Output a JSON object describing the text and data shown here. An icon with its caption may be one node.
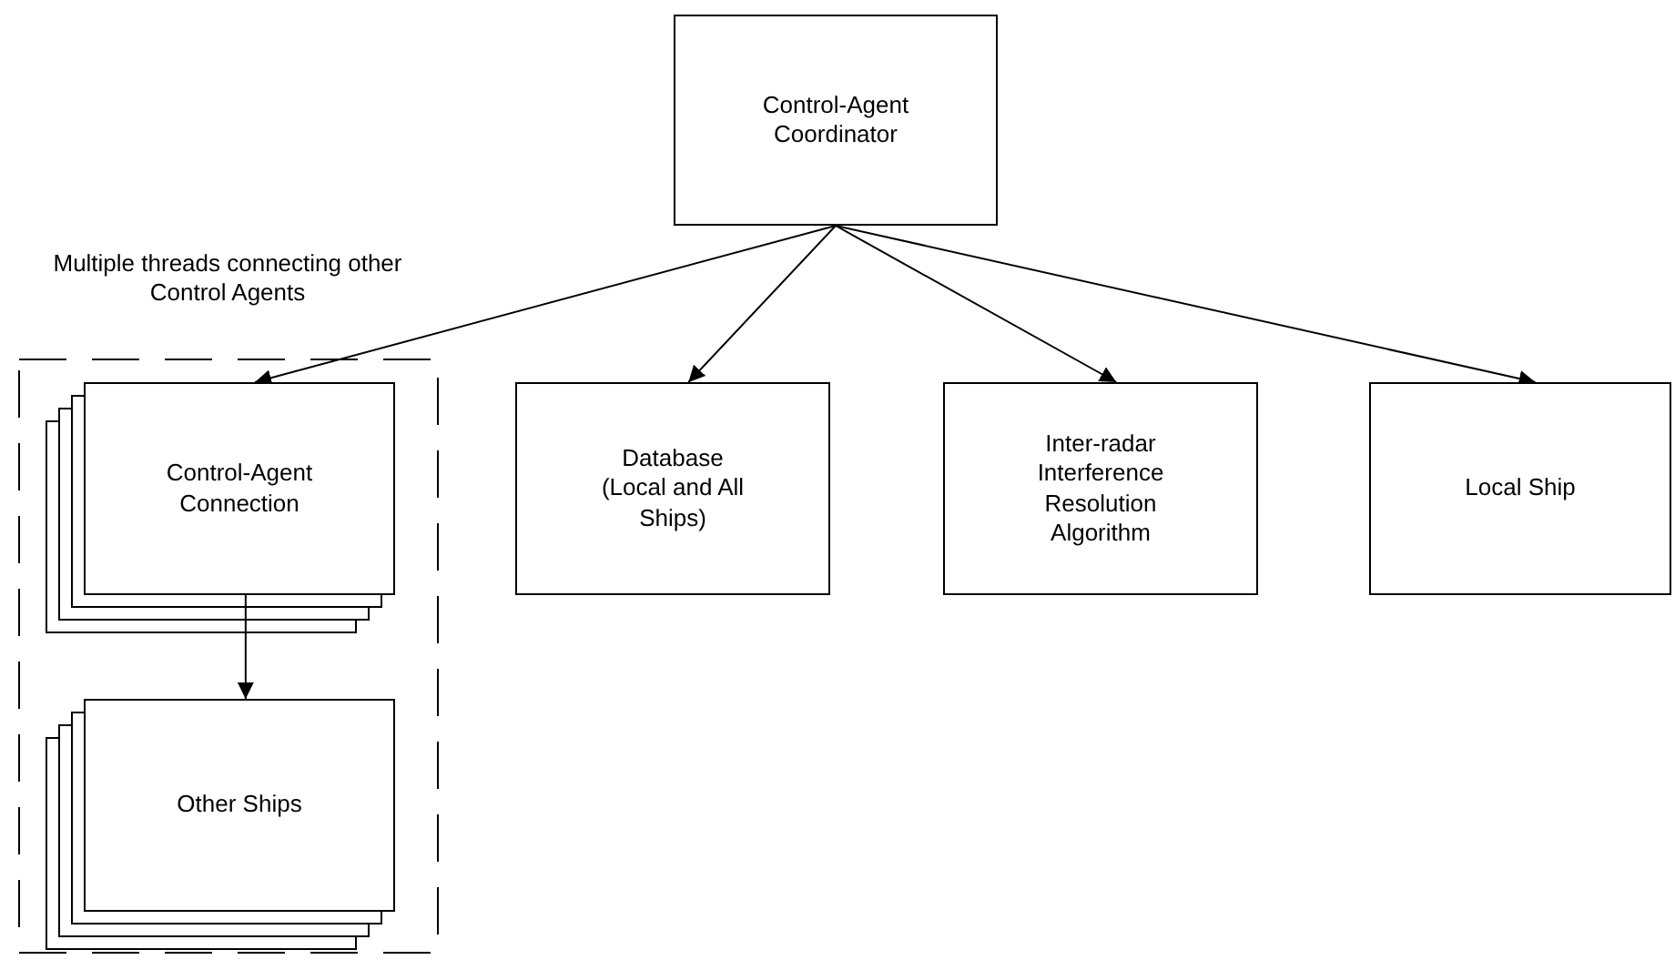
{
  "diagram": {
    "nodes": [
      {
        "text": [
          "Control-Agent Coordinator"
        ]
      },
      {
        "text": [
          "Multiple threads connecting other Control Agents"
        ]
      },
      {
        "text": [
          "Control-Agent Connection"
        ],
        "in": 1
      },
      {
        "text": [
          "Other Ships"
        ],
        "in": 1
      },
      {
        "text": [
          "Database (Local and All Ships)"
        ]
      },
      {
        "text": [
          "Inter-radar Interference Resolution Algorithm"
        ]
      },
      {
        "text": [
          "Local Ship"
        ]
      }
    ],
    "edges": [
      {
        "from": 0,
        "to": 2,
        "arrow": "to"
      },
      {
        "from": 0,
        "to": 4,
        "arrow": "to"
      },
      {
        "from": 0,
        "to": 5,
        "arrow": "to"
      },
      {
        "from": 0,
        "to": 6,
        "arrow": "to"
      },
      {
        "from": 2,
        "to": 3,
        "arrow": "to"
      }
    ]
  }
}
